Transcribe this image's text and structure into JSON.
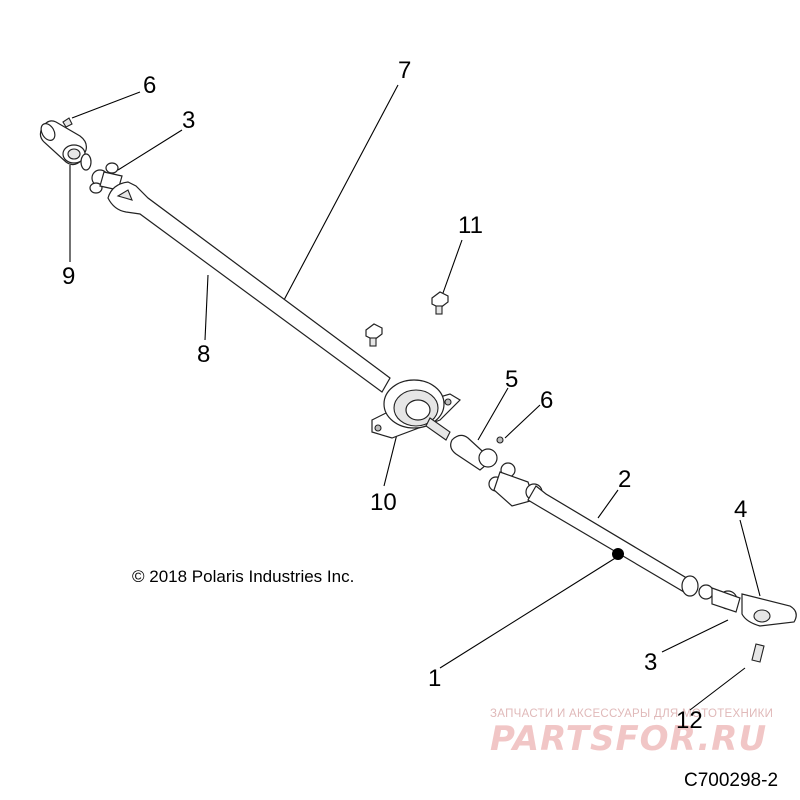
{
  "diagram": {
    "callouts": [
      {
        "id": "c6a",
        "label": "6"
      },
      {
        "id": "c3a",
        "label": "3"
      },
      {
        "id": "c7",
        "label": "7"
      },
      {
        "id": "c9",
        "label": "9"
      },
      {
        "id": "c11",
        "label": "11"
      },
      {
        "id": "c8",
        "label": "8"
      },
      {
        "id": "c5",
        "label": "5"
      },
      {
        "id": "c6b",
        "label": "6"
      },
      {
        "id": "c10",
        "label": "10"
      },
      {
        "id": "c2",
        "label": "2"
      },
      {
        "id": "c4",
        "label": "4"
      },
      {
        "id": "c1",
        "label": "1"
      },
      {
        "id": "c3b",
        "label": "3"
      },
      {
        "id": "c12",
        "label": "12"
      }
    ],
    "copyright": "© 2018 Polaris Industries Inc.",
    "document_number": "C700298-2",
    "watermark": {
      "tagline": "ЗАПЧАСТИ И АКСЕССУАРЫ ДЛЯ МОТОТЕХНИКИ",
      "logo_text": "PARTSFOR.RU"
    }
  }
}
